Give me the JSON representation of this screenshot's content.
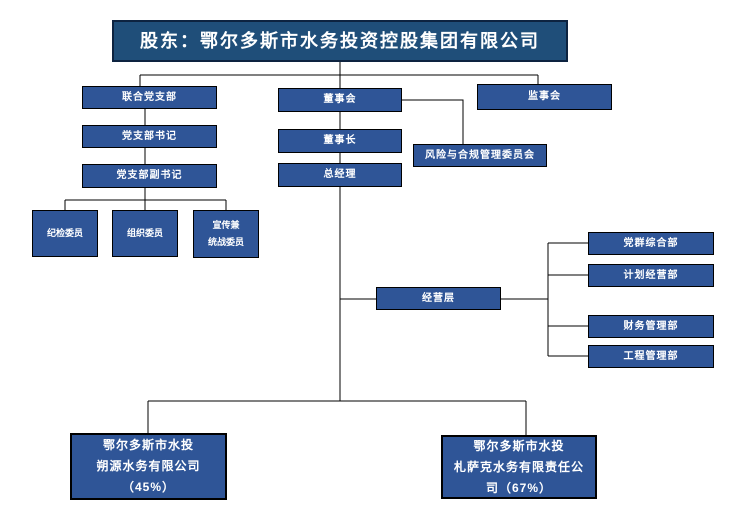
{
  "title": "股东：鄂尔多斯市水务投资控股集团有限公司",
  "nodes": {
    "joint_party_branch": "联合党支部",
    "party_secretary": "党支部书记",
    "party_deputy_secretary": "党支部副书记",
    "discipline_member": "纪检委员",
    "organization_member": "组织委员",
    "publicity_member_line1": "宣传兼",
    "publicity_member_line2": "统战委员",
    "board": "董事会",
    "chairman": "董事长",
    "general_manager": "总经理",
    "risk_compliance_committee": "风险与合规管理委员会",
    "supervisory_board": "监事会",
    "management_level": "经营层",
    "dept_party_mass": "党群综合部",
    "dept_planning": "计划经营部",
    "dept_finance": "财务管理部",
    "dept_engineering": "工程管理部",
    "subsidiary_left_line1": "鄂尔多斯市水投",
    "subsidiary_left_line2": "朔源水务有限公司",
    "subsidiary_left_line3": "（45%）",
    "subsidiary_right_line1": "鄂尔多斯市水投",
    "subsidiary_right_line2": "札萨克水务有限责任公",
    "subsidiary_right_line3": "司（67%）"
  },
  "colors": {
    "box_fill": "#2F5597",
    "title_fill": "#1F4E79",
    "border_color": "#000000",
    "text_color": "#FFFFFF",
    "line_color": "#000000"
  }
}
